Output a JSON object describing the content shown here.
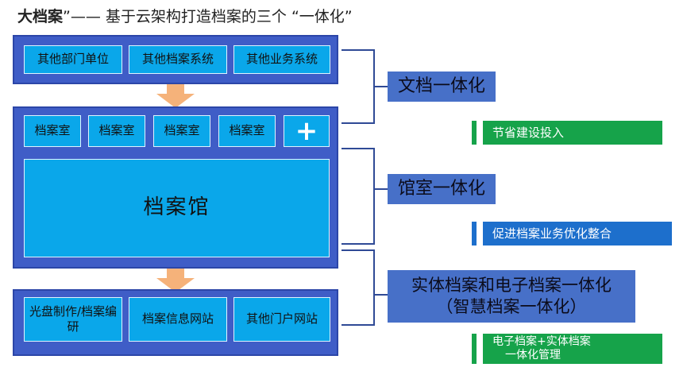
{
  "title": {
    "bold": "大档案",
    "rest": "”—— 基于云架构打造档案的三个 “一体化”"
  },
  "top_layer": [
    "其他部门单位",
    "其他档案系统",
    "其他业务系统"
  ],
  "middle_layer": {
    "rooms": [
      "档案室",
      "档案室",
      "档案室",
      "档案室"
    ],
    "plus": "+",
    "hall": "档案馆"
  },
  "bottom_layer": [
    "光盘制作/档案编研",
    "档案信息网站",
    "其他门户网站"
  ],
  "labels": {
    "doc": "文档一体化",
    "hall_room": "馆室一体化",
    "physical_line1": "实体档案和电子档案一体化",
    "physical_line2": "（智慧档案一体化）"
  },
  "tags": {
    "save": "节省建设投入",
    "promote": "促进档案业务优化整合",
    "mgmt_line1": "电子档案+实体档案",
    "mgmt_line2": "一体化管理"
  },
  "colors": {
    "panel": "#3f5dc7",
    "cell": "#0aa7ea",
    "arrow": "#f5b27a",
    "label": "#4770c8",
    "tag_green": "#16a34a",
    "tag_blue": "#1d6fcc"
  }
}
